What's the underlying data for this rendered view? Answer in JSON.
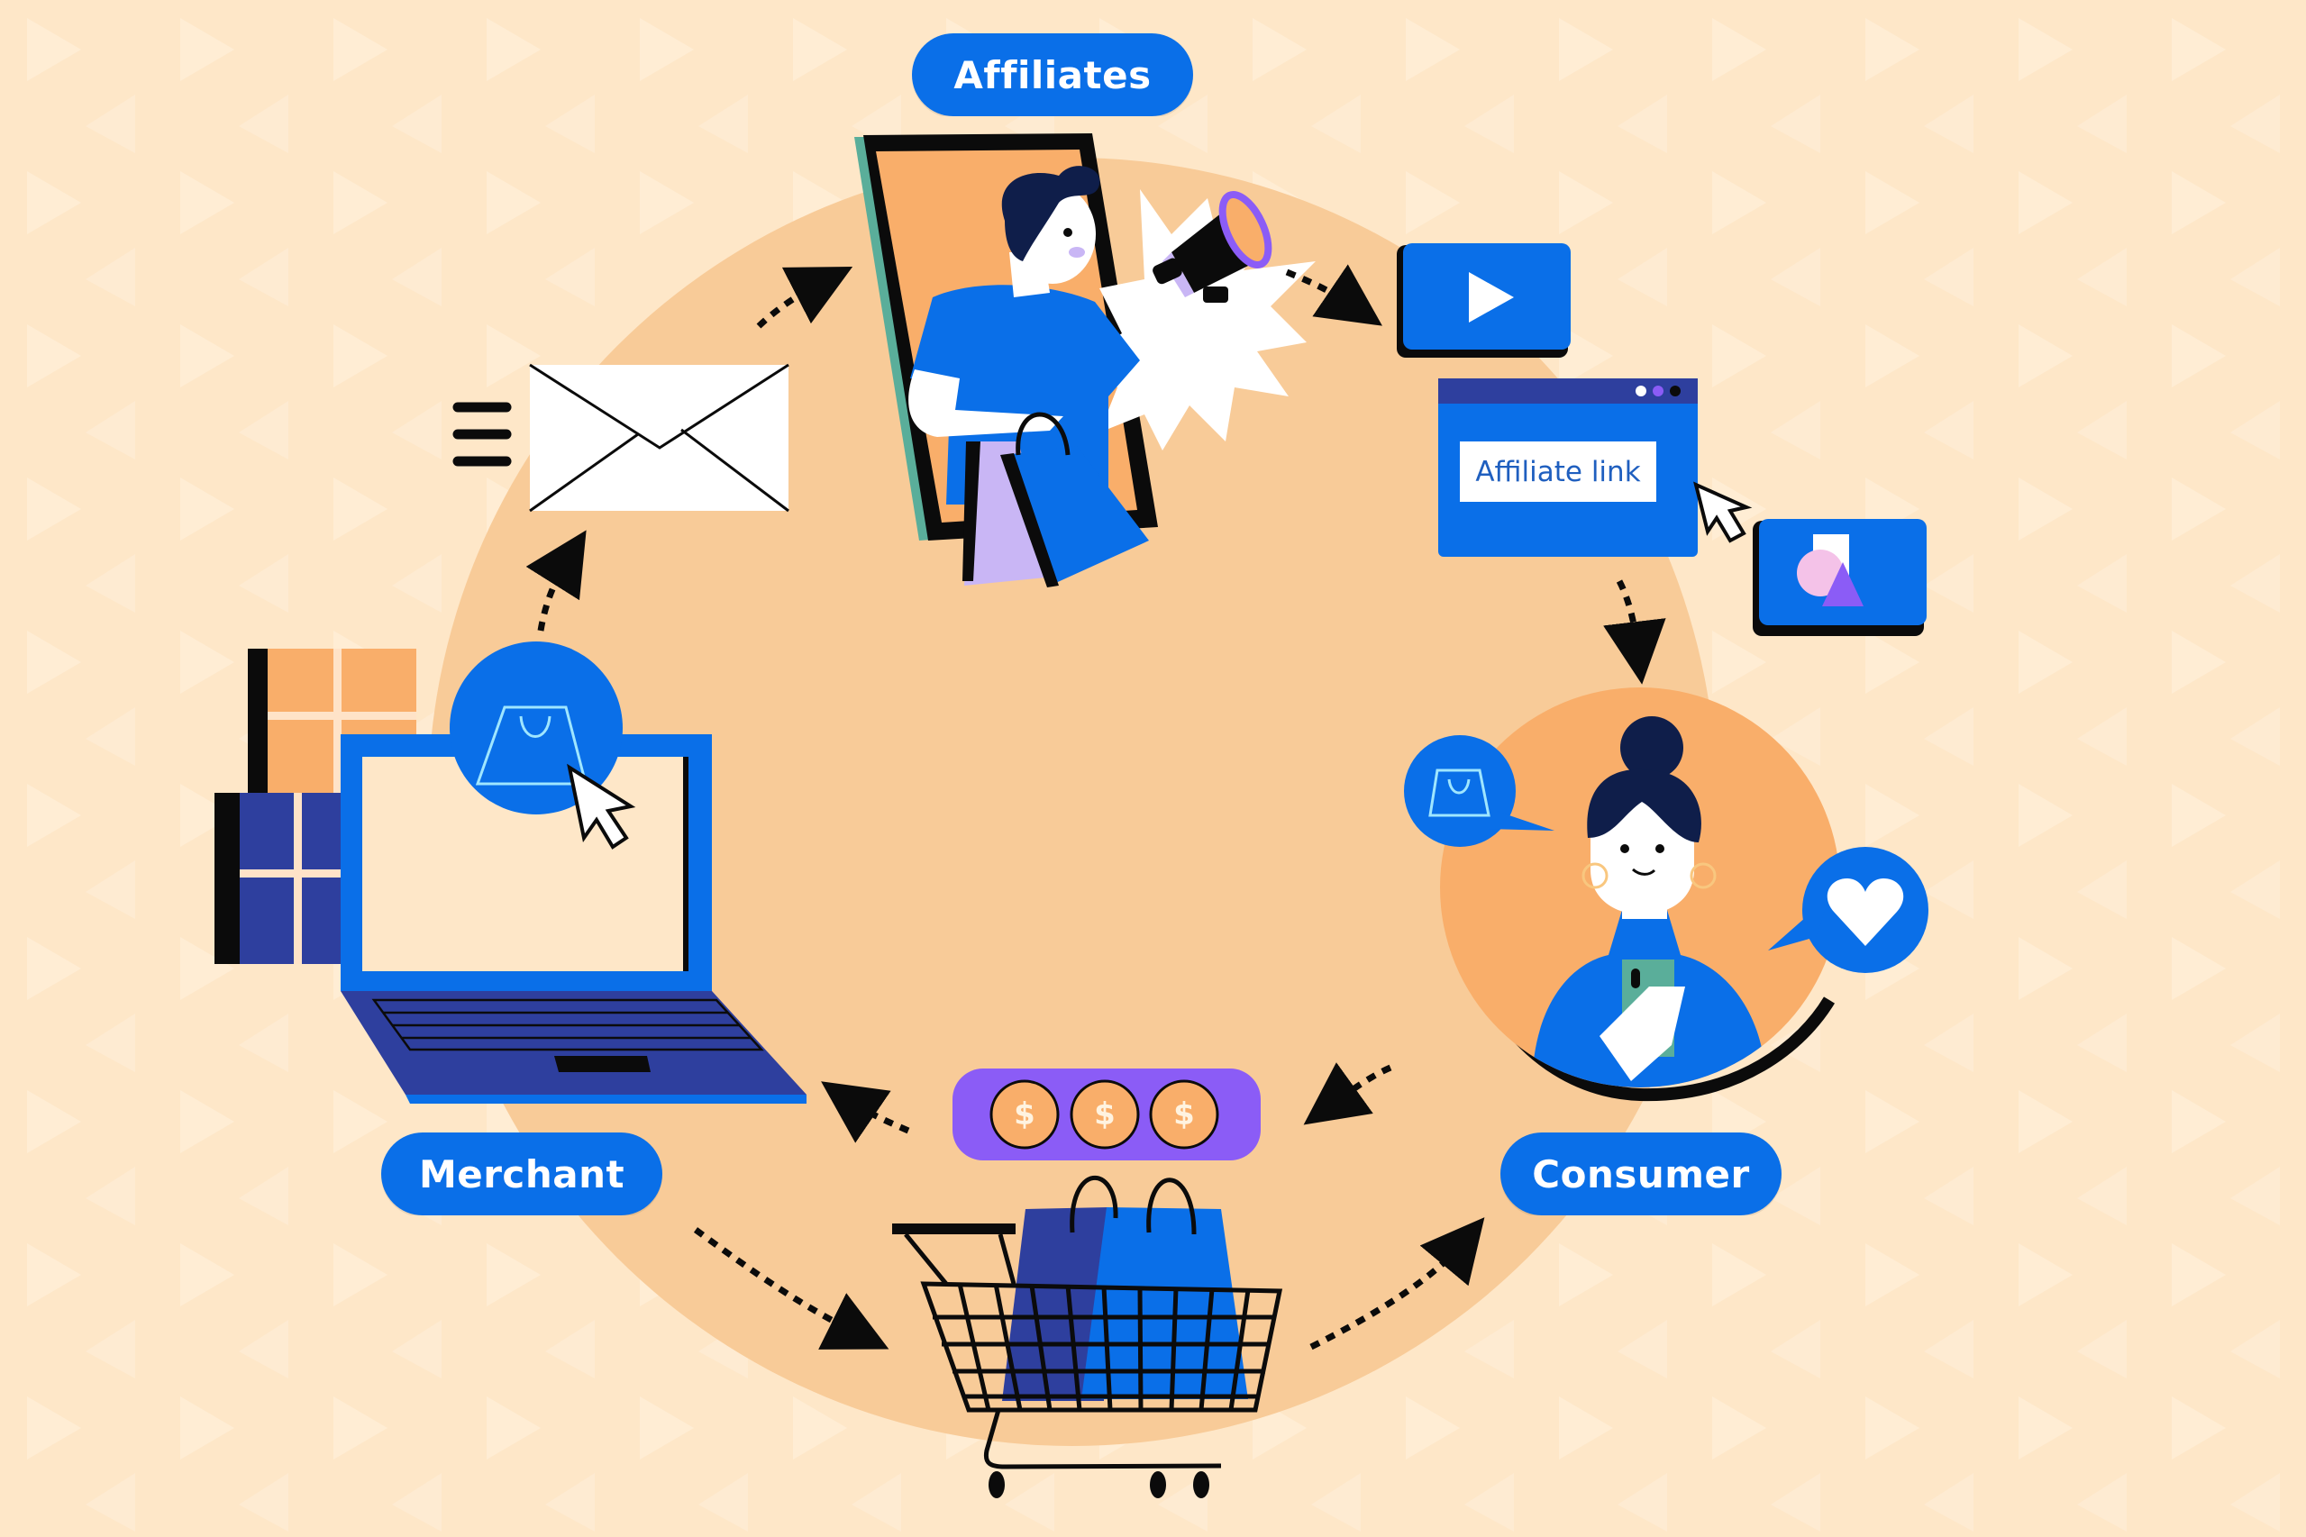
{
  "diagram": {
    "type": "cycle",
    "colors": {
      "background": "#FEE7C8",
      "circle": "#F8CB98",
      "accent_blue": "#0A6FE8",
      "navy": "#2E3F9E",
      "orange": "#F9AE6A",
      "purple": "#8B5CF6",
      "lavender": "#C9B6F5",
      "pink": "#F4C2E8",
      "teal": "#5AAE9A",
      "ink": "#0B0B0B"
    },
    "nodes": [
      {
        "id": "affiliates",
        "label": "Affiliates"
      },
      {
        "id": "consumer",
        "label": "Consumer"
      },
      {
        "id": "merchant",
        "label": "Merchant"
      }
    ],
    "intermediate": {
      "affiliate_link": "Affiliate link",
      "coins": [
        "$",
        "$",
        "$"
      ]
    },
    "flow": [
      {
        "from": "merchant",
        "to": "email"
      },
      {
        "from": "email",
        "to": "affiliates"
      },
      {
        "from": "affiliates",
        "to": "video-ad"
      },
      {
        "from": "affiliate-link",
        "to": "consumer"
      },
      {
        "from": "consumer",
        "to": "commission-coins"
      },
      {
        "from": "commission-coins",
        "to": "merchant"
      },
      {
        "from": "merchant",
        "to": "shopping-cart"
      },
      {
        "from": "shopping-cart",
        "to": "consumer"
      }
    ]
  }
}
